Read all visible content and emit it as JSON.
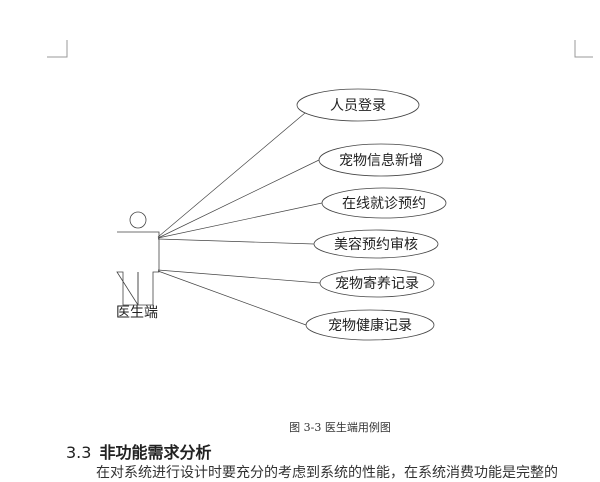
{
  "diagram": {
    "actor": "医生端",
    "use_cases": [
      "人员登录",
      "宠物信息新增",
      "在线就诊预约",
      "美容预约审核",
      "宠物寄养记录",
      "宠物健康记录"
    ]
  },
  "caption": "图 3-3  医生端用例图",
  "section": {
    "number": "3.3",
    "title": "非功能需求分析"
  },
  "body_text": "在对系统进行设计时要充分的考虑到系统的性能，在系统消费功能是完整的"
}
